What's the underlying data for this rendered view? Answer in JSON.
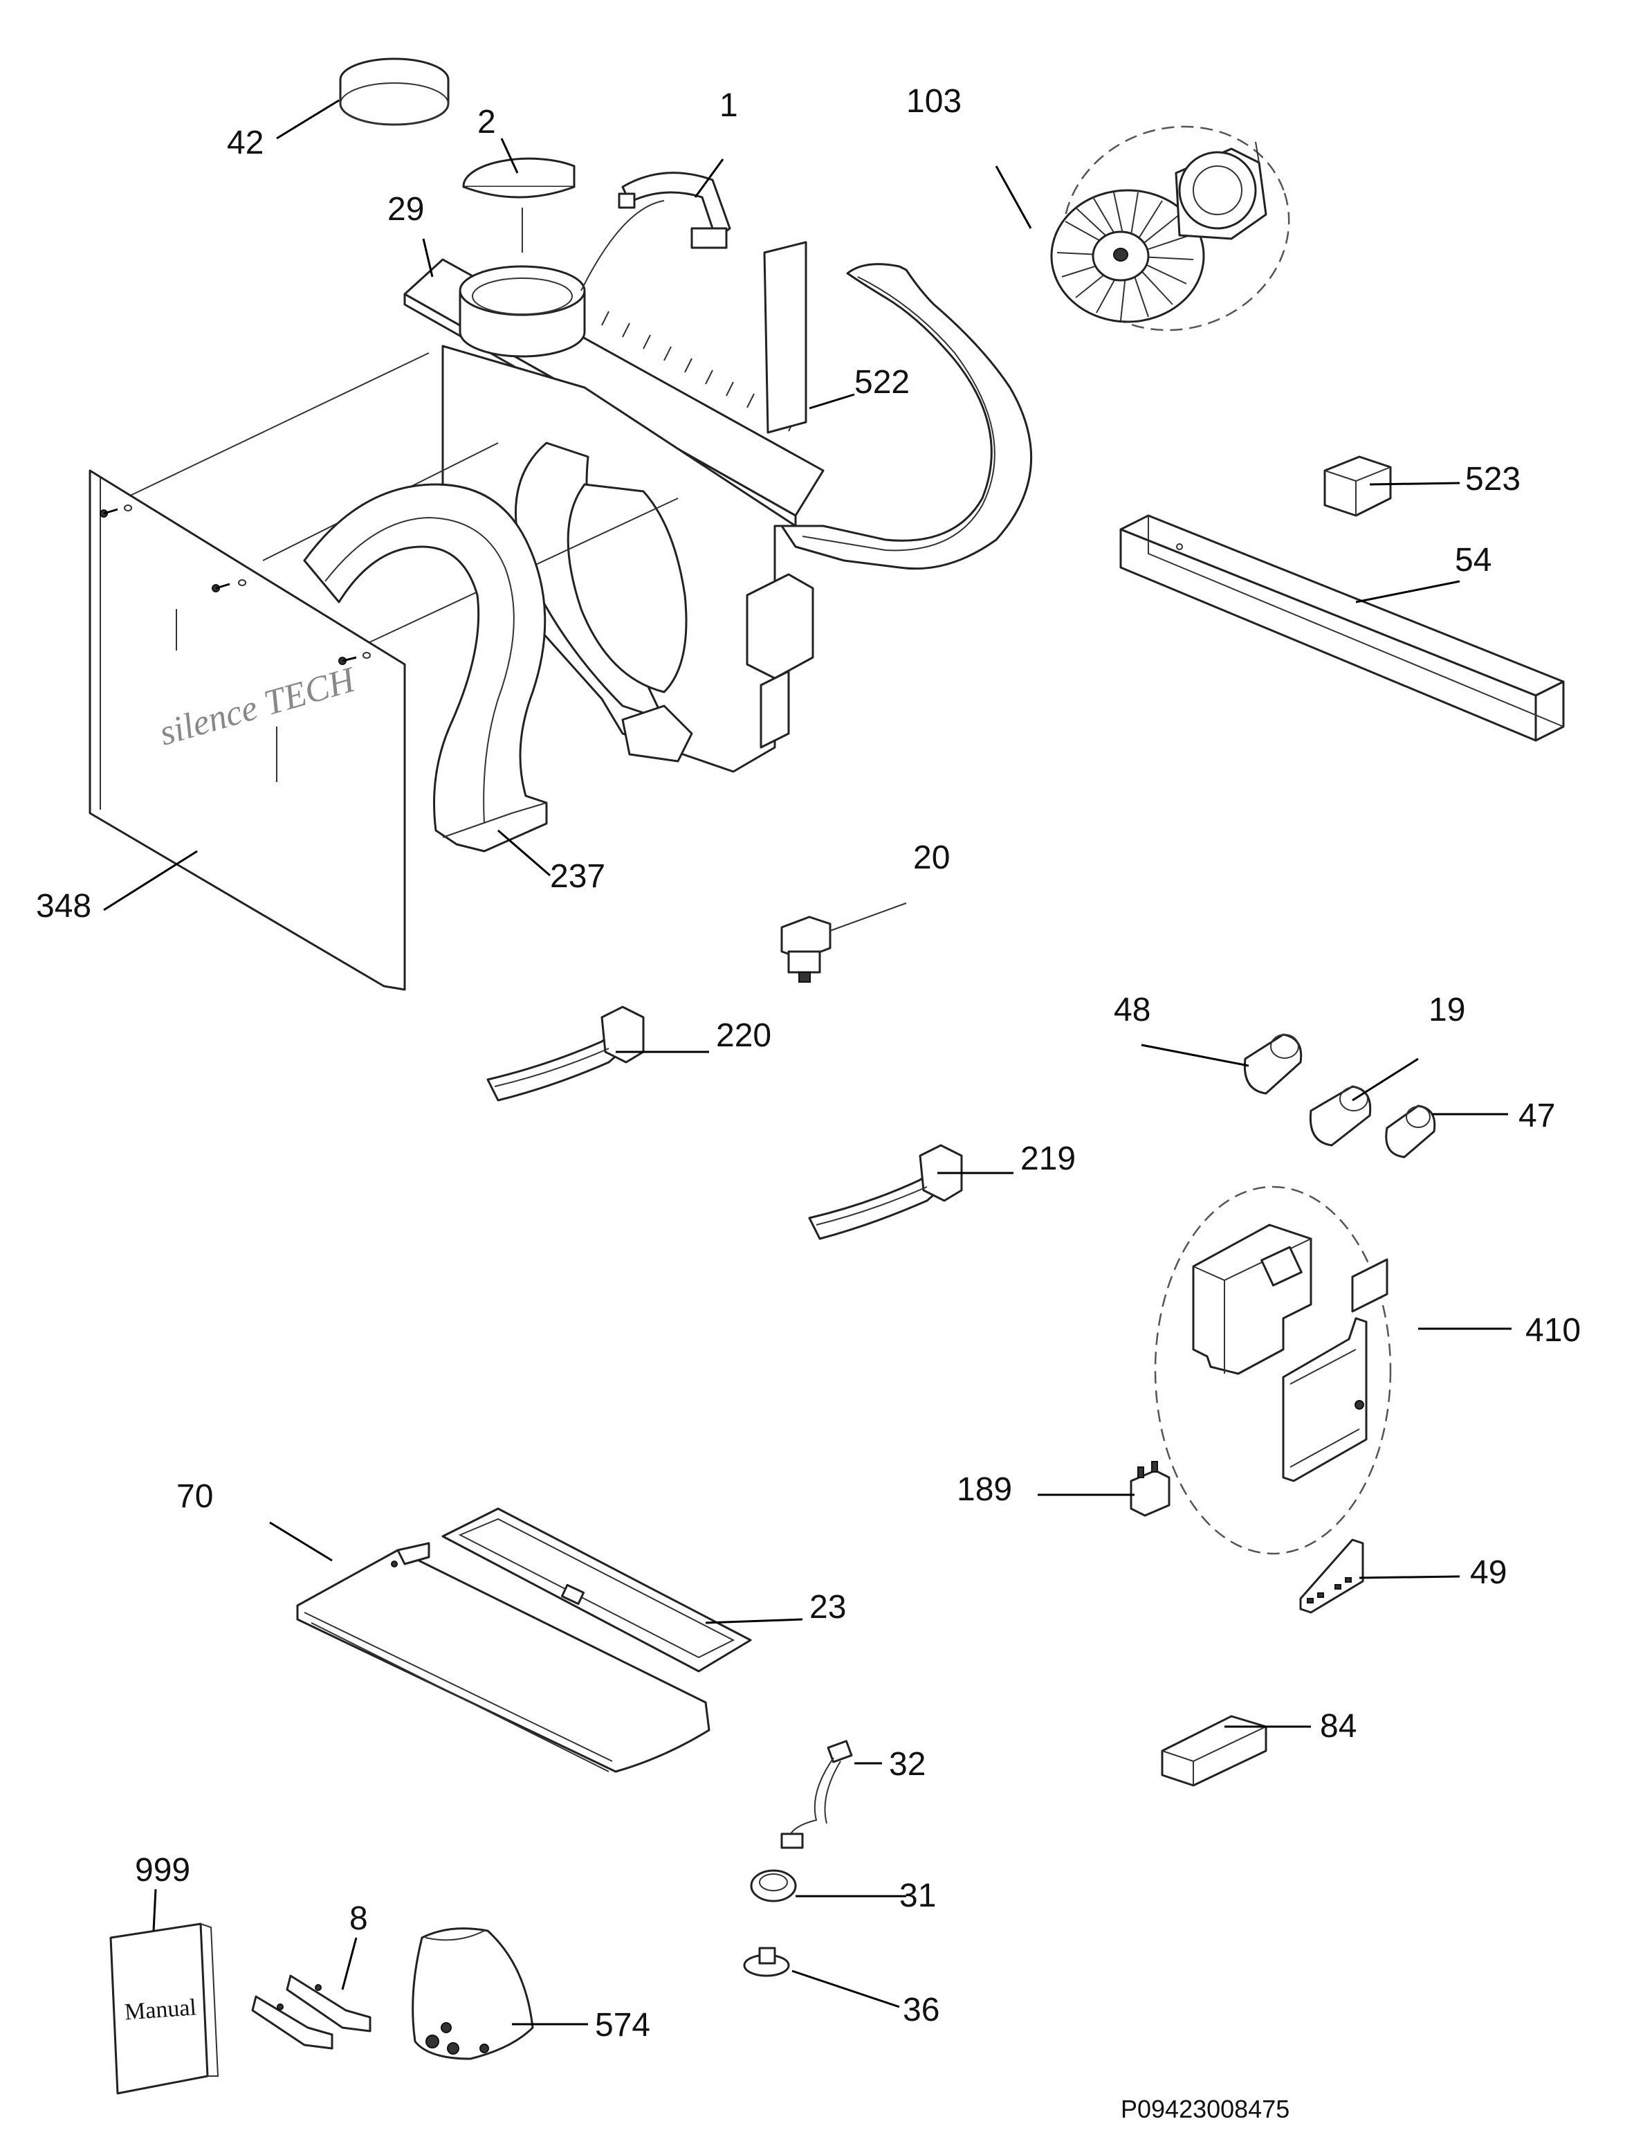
{
  "labels": {
    "l42": "42",
    "l2": "2",
    "l1": "1",
    "l103": "103",
    "l29": "29",
    "l522": "522",
    "l523": "523",
    "l54": "54",
    "l348": "348",
    "l237": "237",
    "l20": "20",
    "l48": "48",
    "l19": "19",
    "l47": "47",
    "l220": "220",
    "l219": "219",
    "l410": "410",
    "l189": "189",
    "l70": "70",
    "l23": "23",
    "l49": "49",
    "l84": "84",
    "l32": "32",
    "l31": "31",
    "l36": "36",
    "l999": "999",
    "l8": "8",
    "l574": "574"
  },
  "logo_text": "silence TECH",
  "manual_text": "Manual",
  "drawing_number": "P09423008475"
}
